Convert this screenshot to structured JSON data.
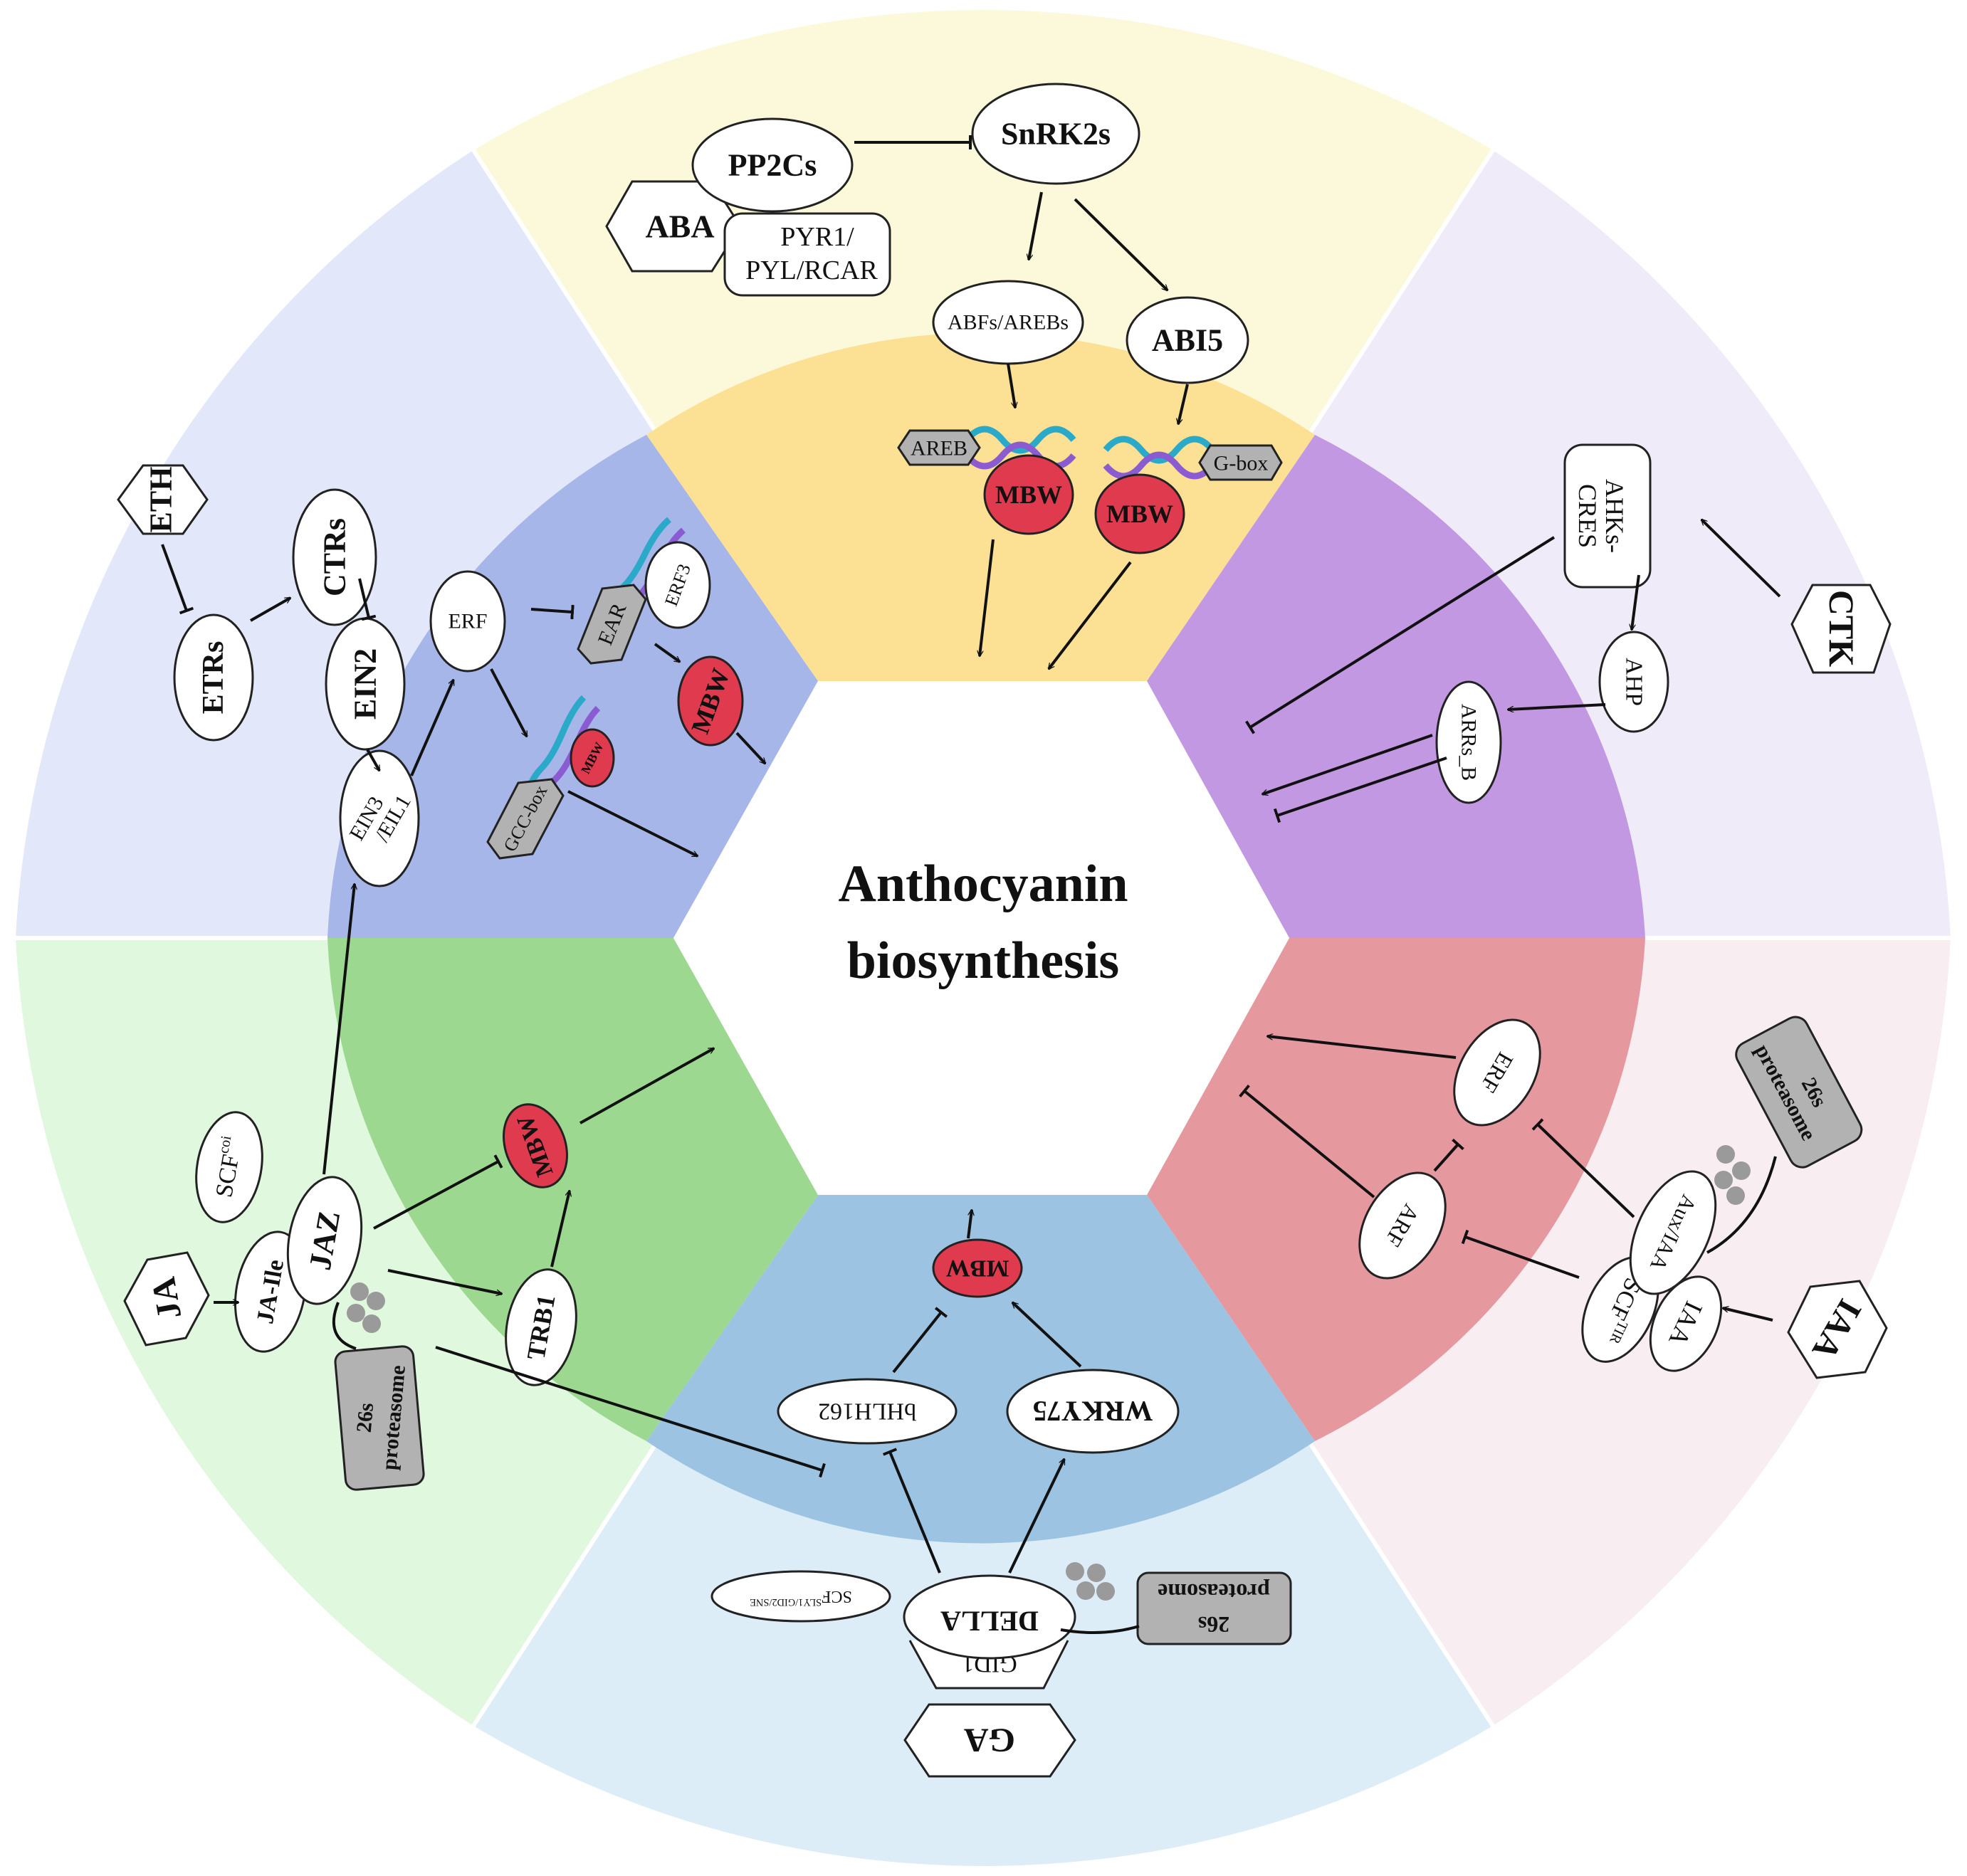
{
  "center": {
    "line1": "Anthocyanin",
    "line2": "biosynthesis"
  },
  "colors": {
    "aba_outer": "#FBF9DA",
    "aba_inner": "#FCE094",
    "ctk_outer": "#F0EBF8",
    "ctk_inner": "#C298E2",
    "iaa_outer": "#F8EDF0",
    "iaa_inner": "#E6989F",
    "ga_outer": "#DDEDF8",
    "ga_inner": "#9CC3E2",
    "ja_outer": "#E0F8DE",
    "ja_inner": "#9CD890",
    "eth_outer": "#E3E7FA",
    "eth_inner": "#A6B6E8",
    "mbw": "#E03A4E",
    "grey_box": "#B2B2B2"
  },
  "aba": {
    "hormone": "ABA",
    "pp2c": "PP2Cs",
    "receptor_l1": "PYR1/",
    "receptor_l2": "PYL/RCAR",
    "snrk": "SnRK2s",
    "abf": "ABFs/AREBs",
    "abi5": "ABI5",
    "areb_box": "AREB",
    "gbox": "G-box",
    "mbw1": "MBW",
    "mbw2": "MBW"
  },
  "eth": {
    "hormone": "ETH",
    "etrs": "ETRs",
    "ctrs": "CTRs",
    "ein2": "EIN2",
    "ein3_l1": "EIN3",
    "ein3_l2": "/EIL1",
    "erf": "ERF",
    "ear": "EAR",
    "erf3": "ERF3",
    "mbw_big": "MBW",
    "gcc": "GCC-box",
    "mbw_small": "MBW"
  },
  "ctk": {
    "hormone": "CTK",
    "ahks_l1": "AHKs-",
    "ahks_l2": "CRES",
    "ahp": "AHP",
    "arrs": "ARRs_B"
  },
  "iaa": {
    "hormone": "IAA",
    "iaa_node": "IAA",
    "scf": "SCF",
    "scf_sup": "TIR",
    "auxiaa": "Aux/IAA",
    "arf": "ARF",
    "erf": "ERF",
    "proteasome_l1": "26s",
    "proteasome_l2": "proteasome"
  },
  "ga": {
    "hormone": "GA",
    "gid1": "GID1",
    "della": "DELLA",
    "scf": "SCF",
    "scf_sup": "SLY1/GID2/SNE",
    "proteasome_l1": "26s",
    "proteasome_l2": "proteasome",
    "bhlh": "bHLH162",
    "wrky": "WRKY75",
    "mbw": "MBW"
  },
  "ja": {
    "hormone": "JA",
    "jaile": "JA-Ile",
    "scf": "SCF",
    "scf_sup": "coi",
    "jaz": "JAZ",
    "trb1": "TRB1",
    "mbw": "MBW",
    "proteasome_l1": "26s",
    "proteasome_l2": "proteasome"
  }
}
